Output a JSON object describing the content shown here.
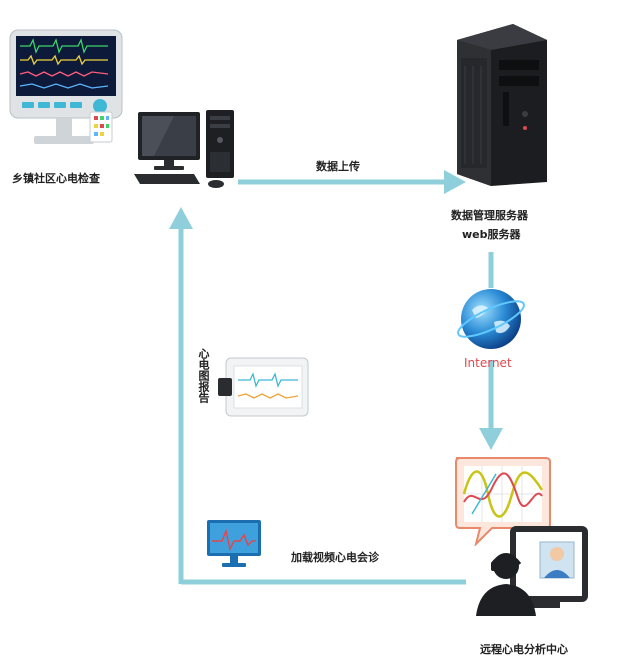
{
  "labels": {
    "township_ecg": "乡镇社区心电检查",
    "data_upload": "数据上传",
    "server_line1": "数据管理服务器",
    "server_line2": "web服务器",
    "internet": "Internet",
    "ecg_report": "心电图报告",
    "video_consult": "加载视频心电会诊",
    "remote_center": "远程心电分析中心"
  },
  "colors": {
    "arrow": "#8fcfdc",
    "internet_text": "#e0484f",
    "monitor_shell": "#dfe3e6",
    "server_dark": "#1c1d20"
  }
}
